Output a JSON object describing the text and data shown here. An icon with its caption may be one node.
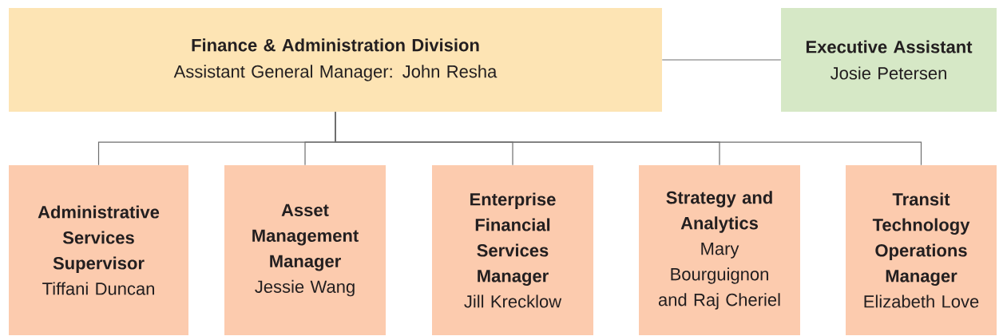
{
  "diagram": {
    "nodes": [
      {
        "text": [
          "Finance & Administration Division",
          "Assistant General Manager: John Resha"
        ]
      },
      {
        "text": [
          "Executive Assistant",
          "Josie Petersen"
        ]
      },
      {
        "text": [
          "Administrative Services Supervisor",
          "Tiffani Duncan"
        ]
      },
      {
        "text": [
          "Asset Management Manager",
          "Jessie Wang"
        ]
      },
      {
        "text": [
          "Enterprise Financial Services Manager",
          "Jill Krecklow"
        ]
      },
      {
        "text": [
          "Strategy and Analytics",
          "Mary Bourguignon and Raj Cheriel"
        ]
      },
      {
        "text": [
          "Transit Technology Operations Manager",
          "Elizabeth Love"
        ]
      }
    ],
    "edges": [
      {
        "from": 0,
        "to": 1,
        "arrow": "none"
      },
      {
        "from": 0,
        "to": 2,
        "arrow": "none"
      },
      {
        "from": 0,
        "to": 3,
        "arrow": "none"
      },
      {
        "from": 0,
        "to": 4,
        "arrow": "none"
      },
      {
        "from": 0,
        "to": 5,
        "arrow": "none"
      },
      {
        "from": 0,
        "to": 6,
        "arrow": "none"
      }
    ]
  }
}
